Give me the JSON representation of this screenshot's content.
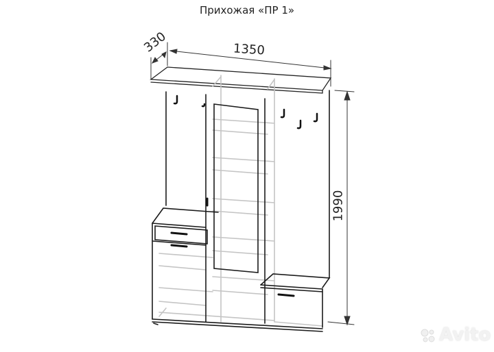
{
  "title": "Прихожая «ПР 1»",
  "dimensions": {
    "width": "1350",
    "depth": "330",
    "height": "1990"
  },
  "watermark": {
    "text": "Avito"
  },
  "colors": {
    "line_dark": "#1a1a1a",
    "line_light": "#bdbdbd",
    "background": "#ffffff"
  }
}
